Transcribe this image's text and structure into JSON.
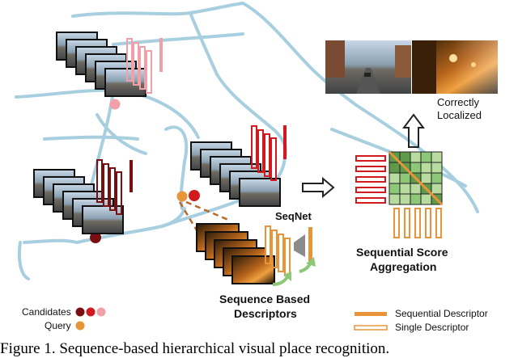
{
  "figure": {
    "labels": {
      "correctly": "Correctly",
      "localized": "Localized",
      "seqnet": "SeqNet",
      "ssa_line1": "Sequential Score",
      "ssa_line2": "Aggregation",
      "sbd_line1": "Sequence Based",
      "sbd_line2": "Descriptors",
      "candidates": "Candidates",
      "query": "Query",
      "legend_sequential": "Sequential Descriptor",
      "legend_single": "Single Descriptor"
    },
    "colors": {
      "road": "#a8cfe0",
      "candidate_dark": "#7a0f12",
      "candidate_mid": "#d11a1e",
      "candidate_light": "#f0a0a8",
      "query": "#e8953a",
      "seq_descriptor": "#e8953a",
      "matrix_green_light": "#b8dca0",
      "matrix_green_dark": "#5f9a4a",
      "arrow_green": "#8cc878"
    },
    "caption": "Figure 1. Sequence-based hierarchical visual place recognition."
  }
}
